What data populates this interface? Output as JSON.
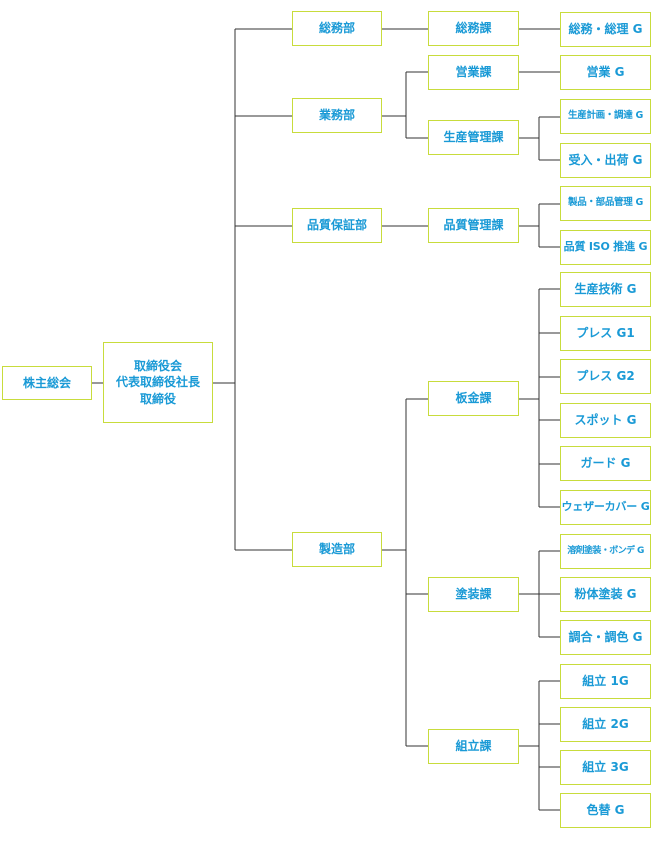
{
  "nodes": {
    "shareholders": "株主総会",
    "board": [
      "取締役会",
      "代表取締役社長",
      "取締役"
    ],
    "somu_bu": "総務部",
    "somu_ka": "総務課",
    "somu_g": "総務・総理 G",
    "gyomu_bu": "業務部",
    "eigyo_ka": "営業課",
    "eigyo_g": "営業 G",
    "seisan_kanri_ka": "生産管理課",
    "seisan_keikaku_g": "生産計画・調達 G",
    "ukeire_g": "受入・出荷 G",
    "hinshitsu_bu": "品質保証部",
    "hinshitsu_kanri_ka": "品質管理課",
    "seihin_g": "製品・部品管理 G",
    "iso_g": "品質 ISO 推進 G",
    "seizo_bu": "製造部",
    "bankin_ka": "板金課",
    "bankin_groups": [
      "生産技術 G",
      "プレス G1",
      "プレス G2",
      "スポット G",
      "ガード G",
      "ウェザーカバー G"
    ],
    "toso_ka": "塗装課",
    "toso_groups": [
      "溶剤塗装・ボンデ G",
      "粉体塗装 G",
      "調合・調色 G"
    ],
    "kumitate_ka": "組立課",
    "kumitate_groups": [
      "組立 1G",
      "組立 2G",
      "組立 3G",
      "色替 G"
    ]
  },
  "colors": {
    "border": "#c8dc3c",
    "text": "#1a9ad6",
    "line": "#333333"
  }
}
